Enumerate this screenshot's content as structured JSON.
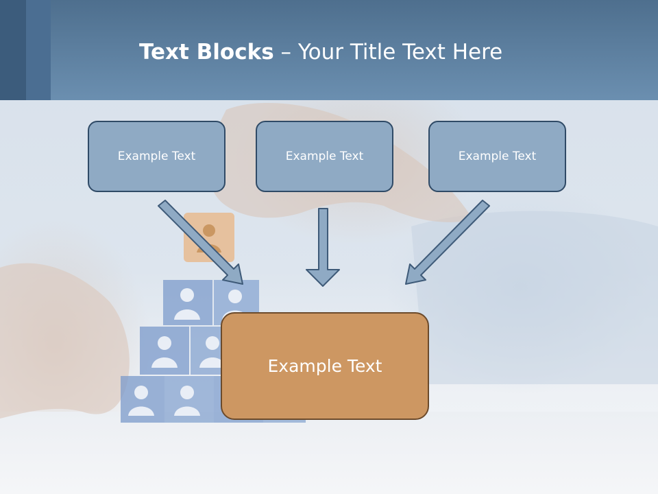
{
  "slide": {
    "title_bold": "Text Blocks",
    "title_rest": " – Your Title Text Here",
    "blocks": [
      {
        "label": "Example Text"
      },
      {
        "label": "Example Text"
      },
      {
        "label": "Example Text"
      }
    ],
    "target_block": {
      "label": "Example Text"
    },
    "colors": {
      "header": "#5d7fa0",
      "small_block_fill": "#8faac4",
      "small_block_border": "#2f4a66",
      "big_block_fill": "#cd9762",
      "big_block_border": "#6b4a2b",
      "arrow_fill": "#8faac4",
      "arrow_stroke": "#3e5a78"
    }
  }
}
